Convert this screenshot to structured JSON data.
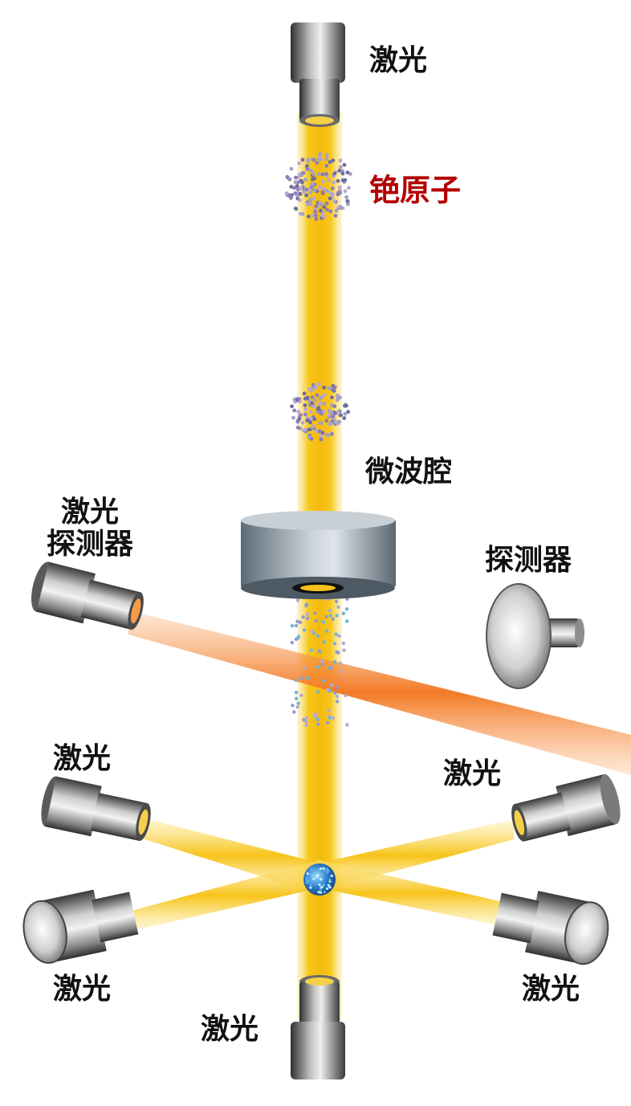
{
  "labels": {
    "laser_top": "激光",
    "cesium_atoms": "铯原子",
    "microwave_cavity": "微波腔",
    "laser_detector_line1": "激光",
    "laser_detector_line2": "探测器",
    "detector": "探测器",
    "laser_upper_left": "激光",
    "laser_upper_right": "激光",
    "laser_lower_left": "激光",
    "laser_lower_right": "激光",
    "laser_bottom": "激光"
  },
  "colors": {
    "beam_yellow": "#f7c21a",
    "beam_orange": "#f5893a",
    "atom_red_label": "#b30000",
    "cavity_steel": "#7f8d98",
    "atom_ball_blue": "#2a78c8"
  },
  "icons": [
    "laser-emitter-icon",
    "cesium-atom-cloud-icon",
    "microwave-cavity-icon",
    "laser-detector-icon",
    "dish-detector-icon",
    "atom-ball-icon"
  ]
}
